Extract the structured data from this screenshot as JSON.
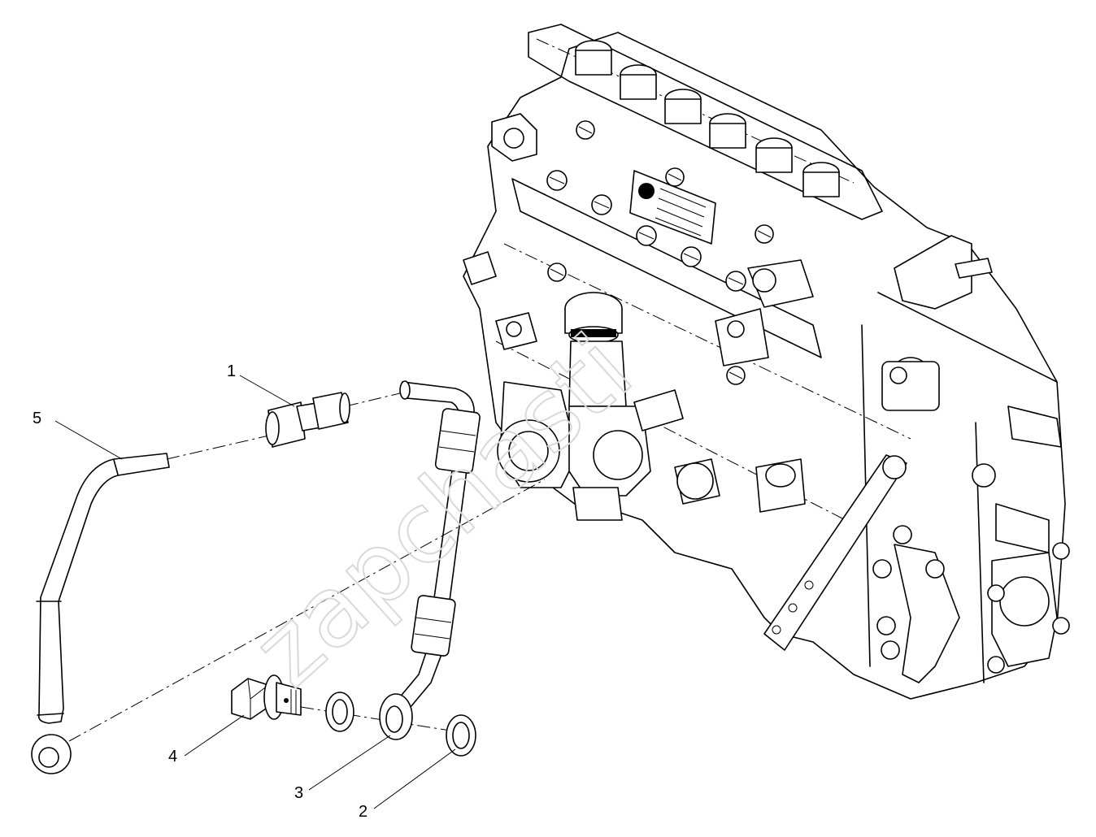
{
  "callouts": {
    "c1": "1",
    "c2": "2",
    "c3": "3",
    "c4": "4",
    "c5": "5"
  },
  "watermark": "zapchasti",
  "colors": {
    "line": "#000000",
    "background": "#ffffff",
    "watermark": "#d9d9d9"
  }
}
